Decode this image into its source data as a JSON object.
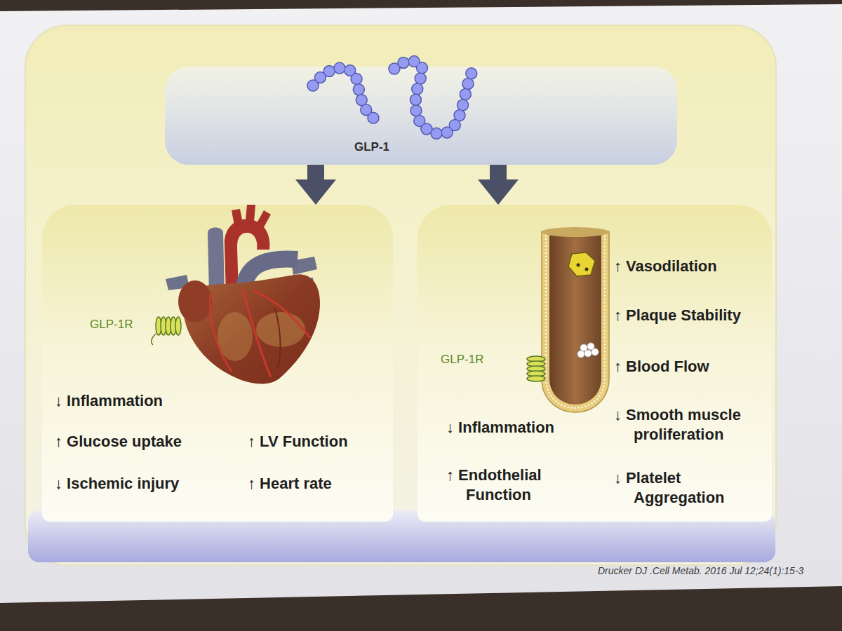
{
  "diagram": {
    "nodes": [
      {
        "text": [
          "GLP-1"
        ]
      },
      {
        "text": [
          "GLP-1R",
          "↓ Inflammation",
          "↑ Glucose uptake",
          "↑ LV Function",
          "↓ Ischemic injury",
          "↑ Heart rate"
        ]
      },
      {
        "text": [
          "GLP-1R",
          "↑ Vasodilation",
          "↑ Plaque Stability",
          "↑ Blood Flow",
          "↓ Smooth muscle proliferation",
          "↓ Inflammation",
          "↓ Platelet Aggregation",
          "↑ Endothelial Function"
        ]
      }
    ],
    "edges": [
      {
        "from": 0,
        "to": 1,
        "arrow": "to"
      },
      {
        "from": 0,
        "to": 2,
        "arrow": "to"
      }
    ],
    "labels": [
      "Drucker DJ .Cell Metab. 2016 Jul 12;24(1):15-3"
    ]
  }
}
